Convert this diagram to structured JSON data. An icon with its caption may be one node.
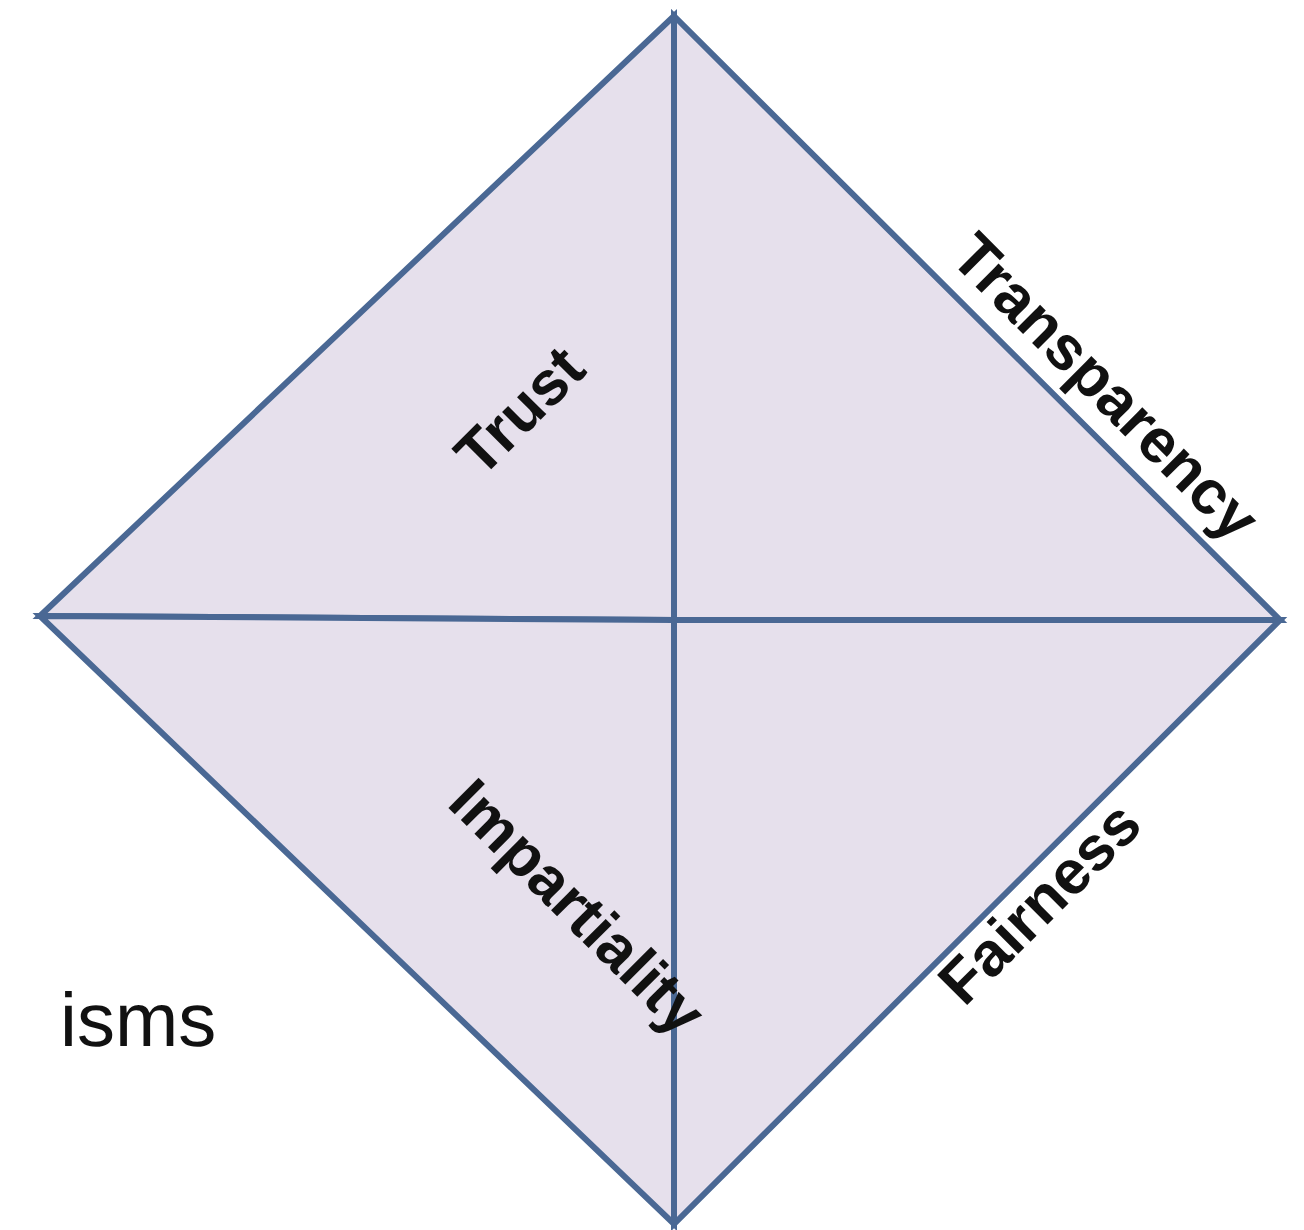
{
  "diagram": {
    "nodes": [
      {
        "text": [
          "Trust"
        ]
      },
      {
        "text": [
          "Transparency"
        ]
      },
      {
        "text": [
          "Impartiality"
        ]
      },
      {
        "text": [
          "Fairness"
        ]
      }
    ],
    "labels": [
      "isms"
    ]
  }
}
